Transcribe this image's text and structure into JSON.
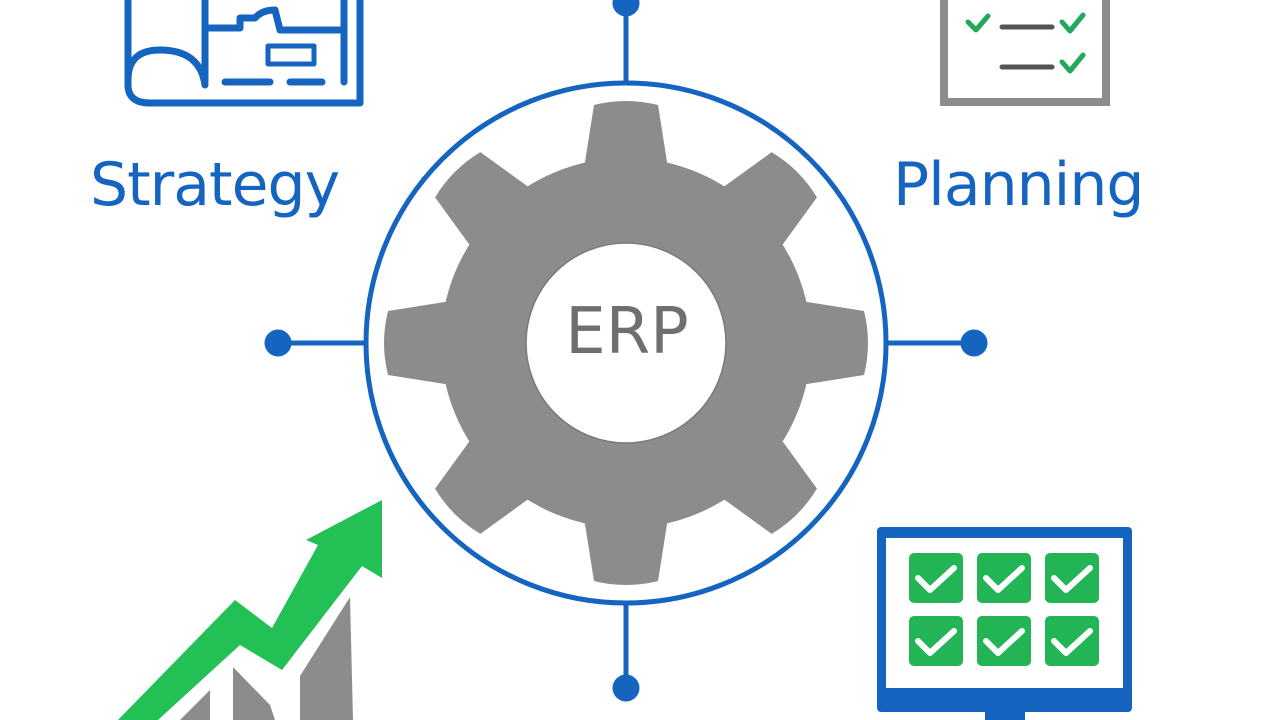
{
  "diagram": {
    "center": {
      "label": "ERP",
      "icon": "gear-icon"
    },
    "nodes": [
      {
        "id": "strategy",
        "label": "Strategy",
        "icon": "blueprint-icon",
        "position": "top-left"
      },
      {
        "id": "planning",
        "label": "Planning",
        "icon": "checklist-icon",
        "position": "top-right"
      },
      {
        "id": "growth",
        "label": "",
        "icon": "growth-chart-arrow-icon",
        "position": "bottom-left"
      },
      {
        "id": "monitoring",
        "label": "",
        "icon": "monitor-checklist-icon",
        "position": "bottom-right"
      }
    ],
    "connectors": [
      "top",
      "right",
      "bottom",
      "left"
    ]
  },
  "colors": {
    "primary_blue": "#1565c0",
    "gear_gray": "#8c8c8c",
    "check_green": "#22b455",
    "background": "#ffffff"
  }
}
